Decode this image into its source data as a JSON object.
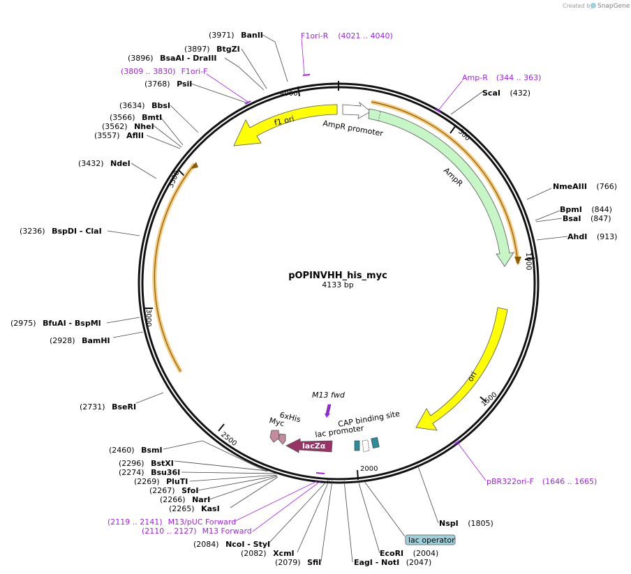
{
  "plasmid": {
    "name": "pOPINVHH_his_myc",
    "length_label": "4133 bp"
  },
  "credit": {
    "prefix": "Created by",
    "brand": "SnapGene"
  },
  "ticks": [
    "500",
    "1000",
    "1500",
    "2000",
    "2500",
    "3000",
    "3500",
    "4000"
  ],
  "enzymes": [
    {
      "pos": "(3971)",
      "name": "BanII"
    },
    {
      "pos": "(3897)",
      "name": "BtgZI"
    },
    {
      "pos": "(3896)",
      "name": "BsaAI  - DraIII"
    },
    {
      "pos": "(3768)",
      "name": "PsiI"
    },
    {
      "pos": "(3634)",
      "name": "BbsI"
    },
    {
      "pos": "(3566)",
      "name": "BmtI"
    },
    {
      "pos": "(3562)",
      "name": "NheI"
    },
    {
      "pos": "(3557)",
      "name": "AflII"
    },
    {
      "pos": "(3432)",
      "name": "NdeI"
    },
    {
      "pos": "(3236)",
      "name": "BspDI  - ClaI"
    },
    {
      "pos": "(2975)",
      "name": "BfuAI  - BspMI"
    },
    {
      "pos": "(2928)",
      "name": "BamHI"
    },
    {
      "pos": "(2731)",
      "name": "BseRI"
    },
    {
      "pos": "(2460)",
      "name": "BsmI"
    },
    {
      "pos": "(2296)",
      "name": "BstXI"
    },
    {
      "pos": "(2274)",
      "name": "Bsu36I"
    },
    {
      "pos": "(2269)",
      "name": "PluTI"
    },
    {
      "pos": "(2267)",
      "name": "SfoI"
    },
    {
      "pos": "(2266)",
      "name": "NarI"
    },
    {
      "pos": "(2265)",
      "name": "KasI"
    },
    {
      "pos": "(2084)",
      "name": "NcoI  - StyI"
    },
    {
      "pos": "(2082)",
      "name": "XcmI"
    },
    {
      "pos": "(2079)",
      "name": "SfiI"
    },
    {
      "pos": "(2047)",
      "name": "EagI  - NotI"
    },
    {
      "pos": "(2004)",
      "name": "EcoRI"
    },
    {
      "pos": "(1805)",
      "name": "NspI"
    },
    {
      "pos": "(913)",
      "name": "AhdI"
    },
    {
      "pos": "(847)",
      "name": "BsaI"
    },
    {
      "pos": "(844)",
      "name": "BpmI"
    },
    {
      "pos": "(766)",
      "name": "NmeAIII"
    },
    {
      "pos": "(432)",
      "name": "ScaI"
    }
  ],
  "primers": [
    {
      "name": "F1ori-R",
      "range": "(4021 .. 4040)"
    },
    {
      "name": "Amp-R",
      "range": "(344 .. 363)"
    },
    {
      "name": "F1ori-F",
      "range": "(3809 .. 3830)"
    },
    {
      "name": "pBR322ori-F",
      "range": "(1646 .. 1665)"
    },
    {
      "name": "M13/pUC Forward",
      "range": "(2119 .. 2141)"
    },
    {
      "name": "M13 Forward",
      "range": "(2110 .. 2127)"
    }
  ],
  "features": {
    "f1_ori": "f1 ori",
    "ampr_promoter": "AmpR promoter",
    "ampr": "AmpR",
    "ori": "ori",
    "m13_fwd": "M13 fwd",
    "cap_site": "CAP binding site",
    "lac_promoter": "lac promoter",
    "lacz": "lacZα",
    "his6": "6xHis",
    "myc": "Myc",
    "lac_operator": "lac operator"
  },
  "colors": {
    "primer": "#a020f0",
    "ampr": "#c6f5c6",
    "ori": "#ffff00",
    "lacz": "#993366",
    "cap": "#2e8b9a",
    "lac_operator": "#9fd1dc",
    "orf": "#f5c97a"
  }
}
